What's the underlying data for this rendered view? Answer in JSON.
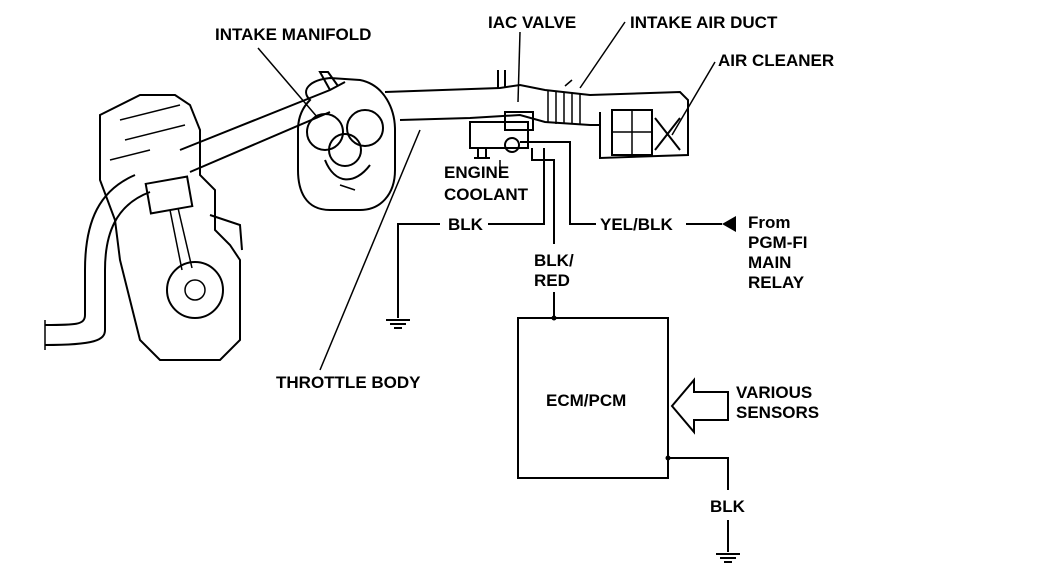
{
  "labels": {
    "intake_manifold": "INTAKE MANIFOLD",
    "iac_valve": "IAC VALVE",
    "intake_air_duct": "INTAKE AIR DUCT",
    "air_cleaner": "AIR CLEANER",
    "engine_coolant_1": "ENGINE",
    "engine_coolant_2": "COOLANT",
    "throttle_body": "THROTTLE BODY",
    "blk_wire": "BLK",
    "yel_blk_wire": "YEL/BLK",
    "blk_red_1": "BLK/",
    "blk_red_2": "RED",
    "from_1": "From",
    "from_2": "PGM-FI",
    "from_3": "MAIN",
    "from_4": "RELAY",
    "ecm": "ECM/PCM",
    "various_1": "VARIOUS",
    "various_2": "SENSORS",
    "blk_ground": "BLK"
  }
}
